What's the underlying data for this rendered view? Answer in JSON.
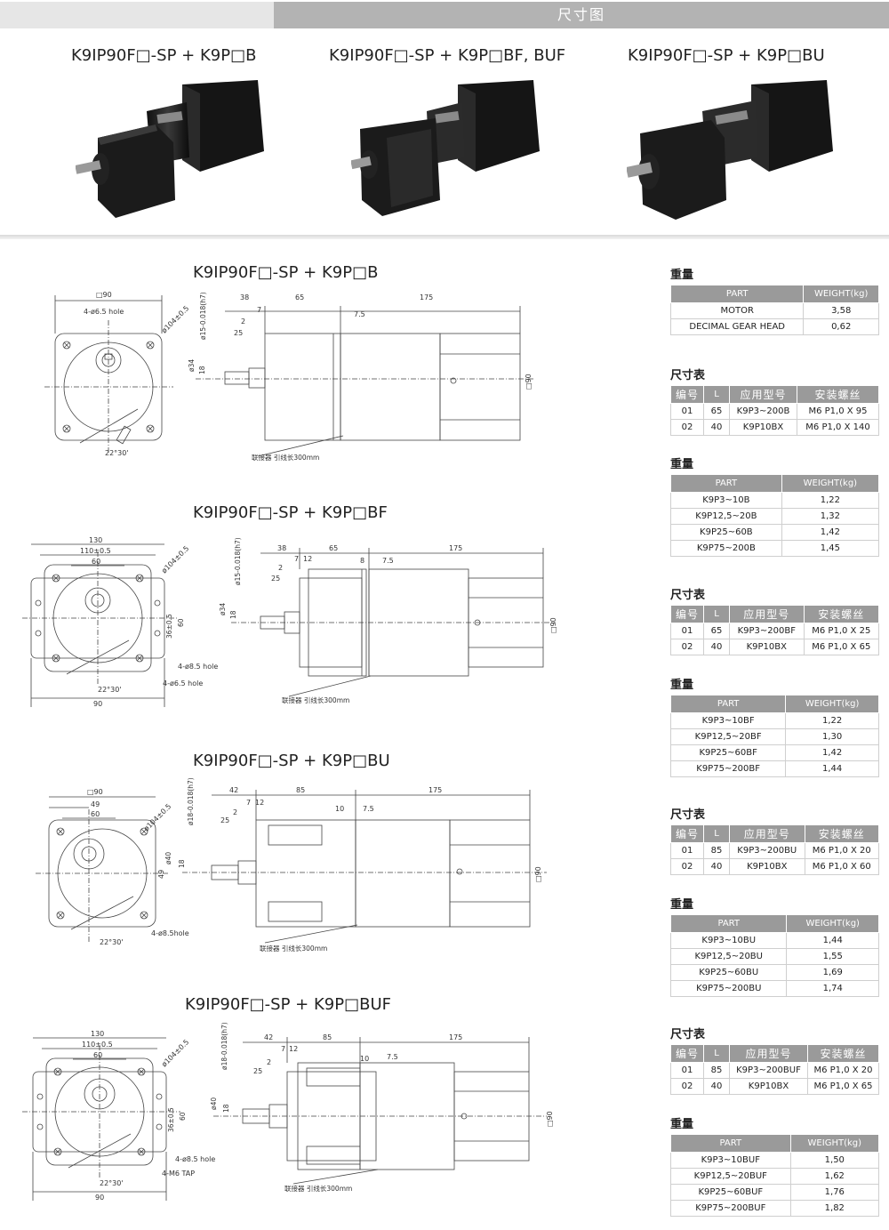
{
  "header": {
    "title": "尺寸图"
  },
  "models": [
    {
      "title": "K9IP90F□-SP + K9P□B"
    },
    {
      "title": "K9IP90F□-SP + K9P□BF, BUF"
    },
    {
      "title": "K9IP90F□-SP + K9P□BU"
    }
  ],
  "drawings": [
    {
      "title": "K9IP90F□-SP + K9P□B",
      "front": {
        "width": "□90",
        "hole": "4-ø6.5 hole",
        "pcd": "ø104±0.5",
        "angle": "22°30'"
      },
      "side": {
        "shaft": "ø15-0.018(h7)",
        "d1": "38",
        "d2": "65",
        "d3": "175",
        "key": "7",
        "k2": "2",
        "k3": "25",
        "flange": "ø34",
        "h": "18",
        "small": "7.5",
        "body": "□90",
        "cable": "联接器 引线长300mm"
      }
    },
    {
      "title": "K9IP90F□-SP + K9P□BF",
      "front": {
        "w1": "130",
        "w2": "110±0.5",
        "w3": "60",
        "pcd": "ø104±0.5",
        "v1": "36±0.5",
        "v2": "60",
        "hole1": "4-ø8.5 hole",
        "hole2": "4-ø6.5 hole",
        "angle": "22°30'",
        "base": "90"
      },
      "side": {
        "shaft": "ø15-0.018(h7)",
        "d1": "38",
        "d2": "65",
        "d3": "175",
        "k7": "7",
        "k12": "12",
        "k2": "2",
        "k3": "25",
        "flange": "ø34",
        "h": "18",
        "e8": "8",
        "small": "7.5",
        "body": "□90",
        "cable": "联接器 引线长300mm"
      }
    },
    {
      "title": "K9IP90F□-SP + K9P□BU",
      "front": {
        "width": "□90",
        "w49": "49",
        "w60": "60",
        "pcd": "ø104±0.5",
        "v49": "49",
        "hole": "4-ø8.5hole",
        "angle": "22°30'"
      },
      "side": {
        "shaft": "ø18-0.018(h7)",
        "d1": "42",
        "d2": "85",
        "d3": "175",
        "k7": "7",
        "k12": "12",
        "k3": "25",
        "k2": "2",
        "flange": "ø40",
        "h": "18",
        "e10": "10",
        "small": "7.5",
        "body": "□90",
        "cable": "联接器 引线长300mm"
      }
    },
    {
      "title": "K9IP90F□-SP + K9P□BUF",
      "front": {
        "w1": "130",
        "w2": "110±0.5",
        "w3": "60",
        "pcd": "ø104±0.5",
        "v1": "36±0.5",
        "v2": "60",
        "hole1": "4-ø8.5 hole",
        "hole2": "4-M6 TAP",
        "angle": "22°30'",
        "base": "90"
      },
      "side": {
        "shaft": "ø18-0.018(h7)",
        "d1": "42",
        "d2": "85",
        "d3": "175",
        "k7": "7",
        "k12": "12",
        "k3": "25",
        "k2": "2",
        "flange": "ø40",
        "h": "18",
        "e10": "10",
        "small": "7.5",
        "body": "□90",
        "cable": "联接器 引线长300mm"
      }
    }
  ],
  "tables": {
    "weight_label": "重量",
    "size_label": "尺寸表",
    "weight_head": {
      "part": "PART",
      "weight": "WEIGHT(kg)"
    },
    "size_head": {
      "no": "编号",
      "l": "L",
      "model": "应用型号",
      "screw": "安装螺丝"
    },
    "motor_weight": [
      {
        "part": "MOTOR",
        "weight": "3,58"
      },
      {
        "part": "DECIMAL GEAR HEAD",
        "weight": "0,62"
      }
    ],
    "groups": [
      {
        "sizes": [
          {
            "no": "01",
            "l": "65",
            "model": "K9P3~200B",
            "screw": "M6 P1,0 X 95"
          },
          {
            "no": "02",
            "l": "40",
            "model": "K9P10BX",
            "screw": "M6 P1,0 X 140"
          }
        ],
        "weights": [
          {
            "part": "K9P3~10B",
            "weight": "1,22"
          },
          {
            "part": "K9P12,5~20B",
            "weight": "1,32"
          },
          {
            "part": "K9P25~60B",
            "weight": "1,42"
          },
          {
            "part": "K9P75~200B",
            "weight": "1,45"
          }
        ]
      },
      {
        "sizes": [
          {
            "no": "01",
            "l": "65",
            "model": "K9P3~200BF",
            "screw": "M6 P1,0 X 25"
          },
          {
            "no": "02",
            "l": "40",
            "model": "K9P10BX",
            "screw": "M6 P1,0 X 65"
          }
        ],
        "weights": [
          {
            "part": "K9P3~10BF",
            "weight": "1,22"
          },
          {
            "part": "K9P12,5~20BF",
            "weight": "1,30"
          },
          {
            "part": "K9P25~60BF",
            "weight": "1,42"
          },
          {
            "part": "K9P75~200BF",
            "weight": "1,44"
          }
        ]
      },
      {
        "sizes": [
          {
            "no": "01",
            "l": "85",
            "model": "K9P3~200BU",
            "screw": "M6 P1,0 X 20"
          },
          {
            "no": "02",
            "l": "40",
            "model": "K9P10BX",
            "screw": "M6 P1,0 X 60"
          }
        ],
        "weights": [
          {
            "part": "K9P3~10BU",
            "weight": "1,44"
          },
          {
            "part": "K9P12,5~20BU",
            "weight": "1,55"
          },
          {
            "part": "K9P25~60BU",
            "weight": "1,69"
          },
          {
            "part": "K9P75~200BU",
            "weight": "1,74"
          }
        ]
      },
      {
        "sizes": [
          {
            "no": "01",
            "l": "85",
            "model": "K9P3~200BUF",
            "screw": "M6 P1,0 X 20"
          },
          {
            "no": "02",
            "l": "40",
            "model": "K9P10BX",
            "screw": "M6 P1,0 X 65"
          }
        ],
        "weights": [
          {
            "part": "K9P3~10BUF",
            "weight": "1,50"
          },
          {
            "part": "K9P12,5~20BUF",
            "weight": "1,62"
          },
          {
            "part": "K9P25~60BUF",
            "weight": "1,76"
          },
          {
            "part": "K9P75~200BUF",
            "weight": "1,82"
          }
        ]
      }
    ]
  }
}
